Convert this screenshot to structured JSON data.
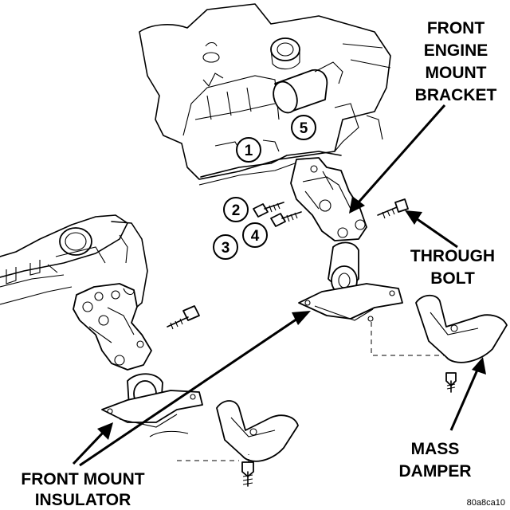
{
  "labels": {
    "front_engine_mount_bracket": [
      "FRONT",
      "ENGINE",
      "MOUNT",
      "BRACKET"
    ],
    "through_bolt": [
      "THROUGH",
      "BOLT"
    ],
    "mass_damper": [
      "MASS",
      "DAMPER"
    ],
    "front_mount_insulator": [
      "FRONT MOUNT",
      "INSULATOR"
    ]
  },
  "callouts": [
    "1",
    "2",
    "3",
    "4",
    "5"
  ],
  "figure_code": "80a8ca10"
}
